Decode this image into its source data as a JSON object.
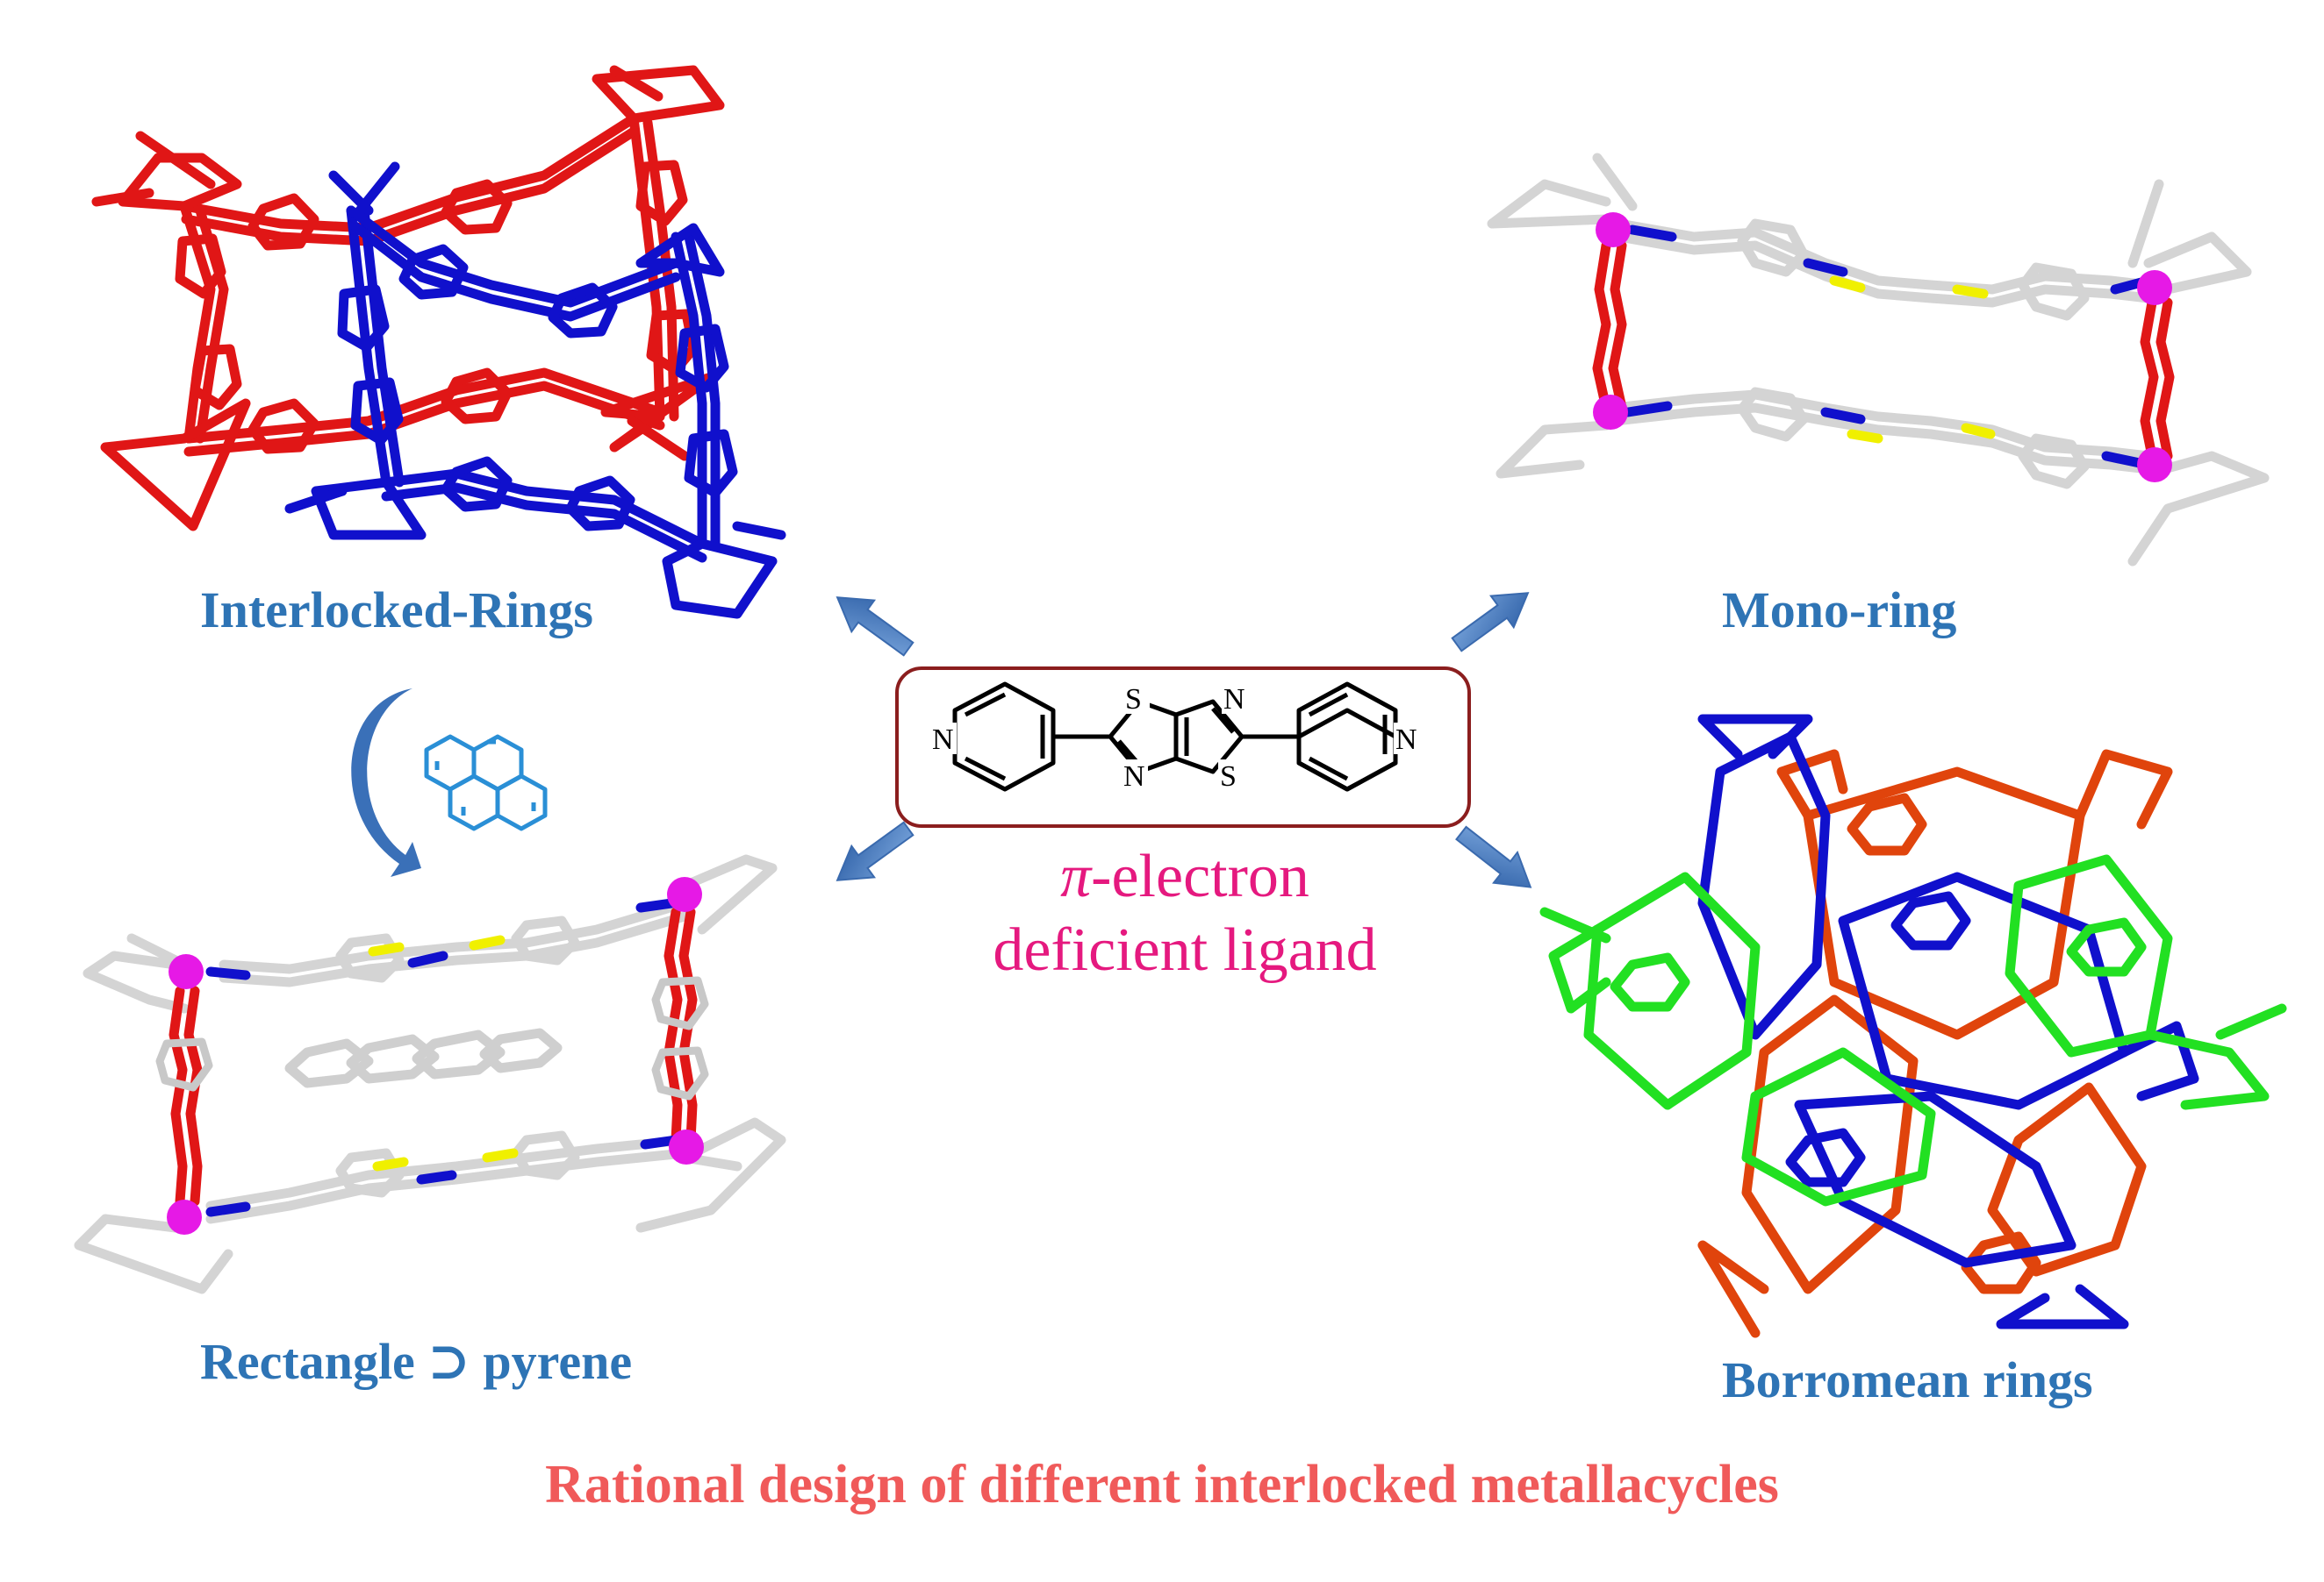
{
  "labels": {
    "interlocked": "Interlocked-Rings",
    "mono": "Mono-ring",
    "rectangle": "Rectangle ⊃ pyrene",
    "borromean": "Borromean rings"
  },
  "ligand": {
    "pi_symbol": "π",
    "line1_suffix": "-electron",
    "line2": "deficient ligand",
    "atoms": {
      "s_top": "S",
      "n_top": "N",
      "n_bottom": "N",
      "s_bottom": "S",
      "n_left": "N",
      "n_right": "N"
    }
  },
  "caption": "Rational design of different interlocked metallacycles",
  "colors": {
    "red": "#e01616",
    "blue": "#1010cc",
    "gray": "#d4d4d4",
    "magenta": "#e619e6",
    "yellow": "#f0f000",
    "green": "#22e022",
    "orange": "#e0440c",
    "arrow": "#4a7fc4",
    "label": "#2e74b5",
    "caption": "#f05a5a",
    "ligand_text": "#e5197f",
    "box_border": "#8b1e1e"
  }
}
